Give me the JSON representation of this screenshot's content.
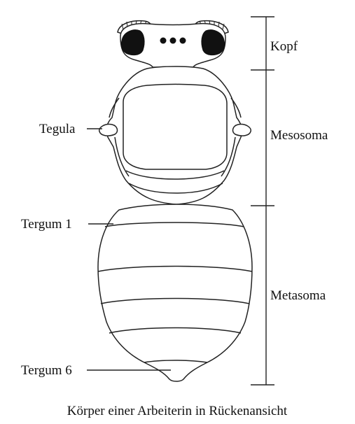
{
  "diagram": {
    "region_labels": {
      "head": "Kopf",
      "mesosoma": "Mesosoma",
      "metasoma": "Metasoma"
    },
    "part_labels": {
      "tegula": "Tegula",
      "tergum1": "Tergum 1",
      "tergum6": "Tergum 6"
    },
    "caption": "Körper einer Arbeiterin in Rückenansicht"
  }
}
